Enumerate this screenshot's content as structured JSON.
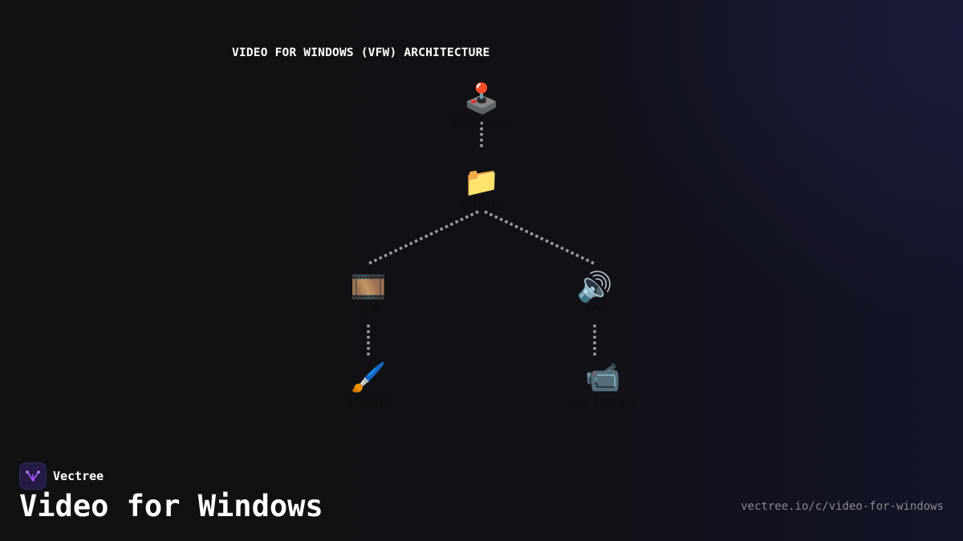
{
  "diagram": {
    "title": "VIDEO FOR WINDOWS (VFW) ARCHITECTURE",
    "nodes": [
      {
        "id": "mci",
        "label": "MCI Layer",
        "icon": "🕹️",
        "icon_name": "joystick-icon"
      },
      {
        "id": "avifile",
        "label": "AVIFile",
        "icon": "📁",
        "icon_name": "folder-icon"
      },
      {
        "id": "vcm",
        "label": "VCM",
        "icon": "🎞️",
        "icon_name": "film-frames-icon"
      },
      {
        "id": "acm",
        "label": "ACM",
        "icon": "🔊",
        "icon_name": "speaker-icon"
      },
      {
        "id": "drawdib",
        "label": "DrawDib",
        "icon": "🖌️",
        "icon_name": "paintbrush-icon"
      },
      {
        "id": "capture",
        "label": "A/V Capture",
        "icon": "📹",
        "icon_name": "video-camera-icon"
      }
    ],
    "edges": [
      {
        "from": "mci",
        "to": "avifile"
      },
      {
        "from": "avifile",
        "to": "vcm"
      },
      {
        "from": "avifile",
        "to": "acm"
      },
      {
        "from": "vcm",
        "to": "drawdib"
      },
      {
        "from": "acm",
        "to": "capture"
      }
    ],
    "edge_style": "dotted",
    "edge_color": "#9a9aa2"
  },
  "brand": {
    "name": "Vectree",
    "logo_icon": "vectree-logo-icon",
    "logo_color": "#a855f7"
  },
  "page": {
    "heading": "Video for Windows",
    "url": "vectree.io/c/video-for-windows"
  }
}
